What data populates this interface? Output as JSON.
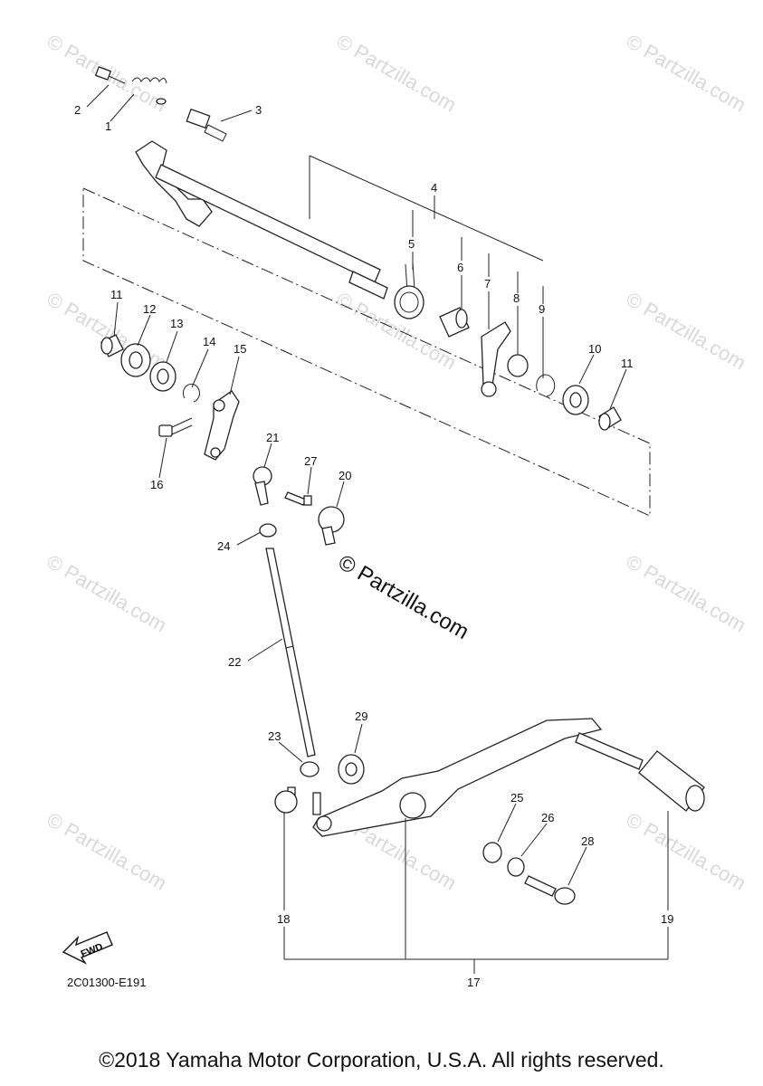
{
  "watermark": "© Partzilla.com",
  "center_watermark": "© Partzilla.com",
  "diagram_code": "2C01300-E191",
  "fwd_label": "FWD",
  "copyright": "©2018 Yamaha Motor Corporation, U.S.A. All rights reserved.",
  "callouts": [
    "1",
    "2",
    "3",
    "4",
    "5",
    "6",
    "7",
    "8",
    "9",
    "10",
    "11",
    "11",
    "12",
    "13",
    "14",
    "15",
    "16",
    "17",
    "18",
    "19",
    "20",
    "21",
    "22",
    "23",
    "24",
    "25",
    "26",
    "27",
    "28",
    "29"
  ]
}
